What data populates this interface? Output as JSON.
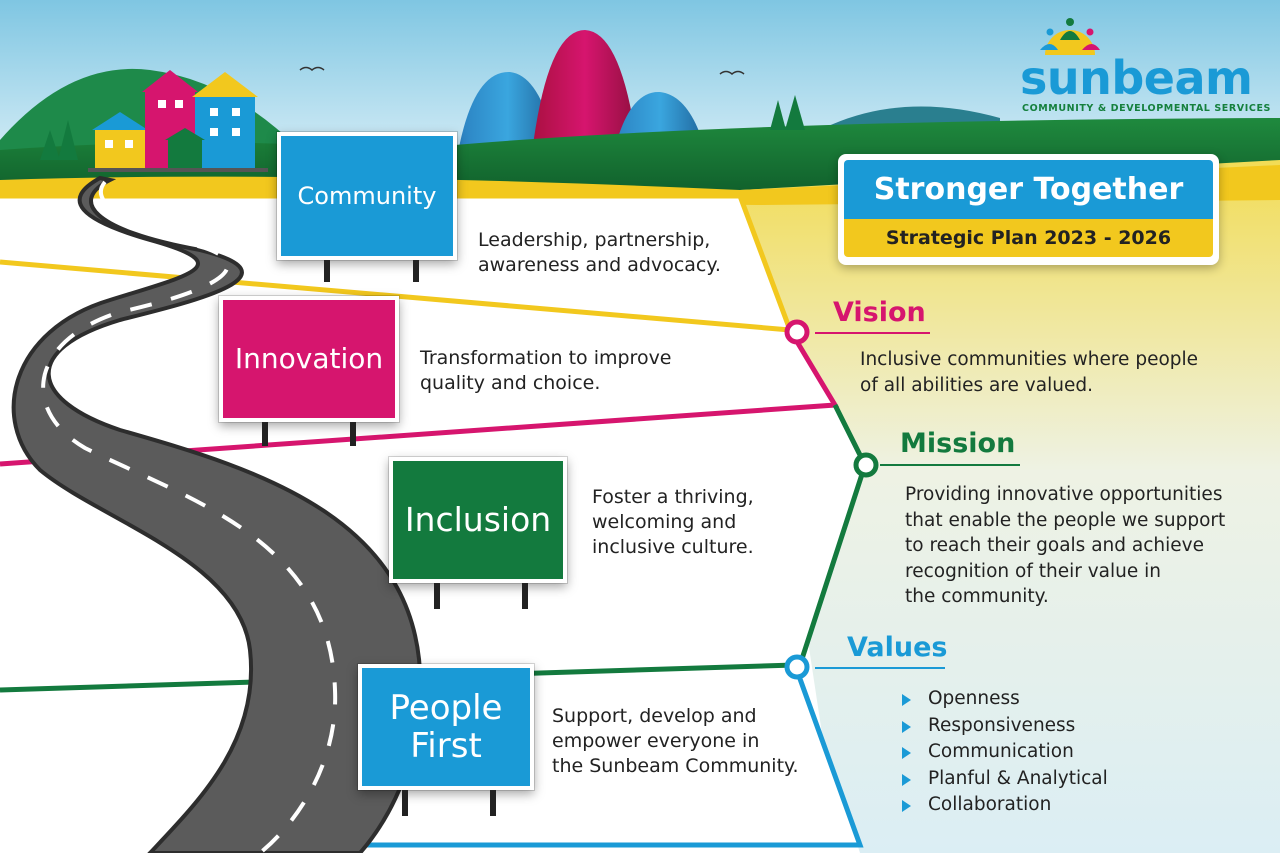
{
  "logo": {
    "name": "sunbeam",
    "tagline": "COMMUNITY & DEVELOPMENTAL SERVICES"
  },
  "title": {
    "main": "Stronger Together",
    "sub": "Strategic Plan 2023 - 2026"
  },
  "pillars": [
    {
      "label": "Community",
      "text_lines": [
        "Leadership, partnership,",
        "awareness and advocacy."
      ],
      "color": "#1a9ad6"
    },
    {
      "label": "Innovation",
      "text_lines": [
        "Transformation to improve",
        "quality and choice."
      ],
      "color": "#d6156e"
    },
    {
      "label": "Inclusion",
      "text_lines": [
        "Foster a thriving,",
        "welcoming and",
        "inclusive culture."
      ],
      "color": "#137a3e"
    },
    {
      "label_lines": [
        "People",
        "First"
      ],
      "text_lines": [
        "Support, develop and",
        "empower everyone in",
        "the Sunbeam Community."
      ],
      "color": "#1a9ad6"
    }
  ],
  "vision": {
    "heading": "Vision",
    "text_lines": [
      "Inclusive communities where people",
      "of all abilities are valued."
    ],
    "color": "#d6156e"
  },
  "mission": {
    "heading": "Mission",
    "text_lines": [
      "Providing innovative opportunities",
      "that enable the people we support",
      "to reach their goals and achieve",
      "recognition of their value in",
      "the community."
    ],
    "color": "#137a3e"
  },
  "values": {
    "heading": "Values",
    "items": [
      "Openness",
      "Responsiveness",
      "Communication",
      "Planful & Analytical",
      "Collaboration"
    ],
    "color": "#1a9ad6"
  },
  "colors": {
    "yellow": "#f2c81e",
    "magenta": "#d6156e",
    "green": "#137a3e",
    "blue": "#1a9ad6",
    "road": "#5b5b5b"
  }
}
